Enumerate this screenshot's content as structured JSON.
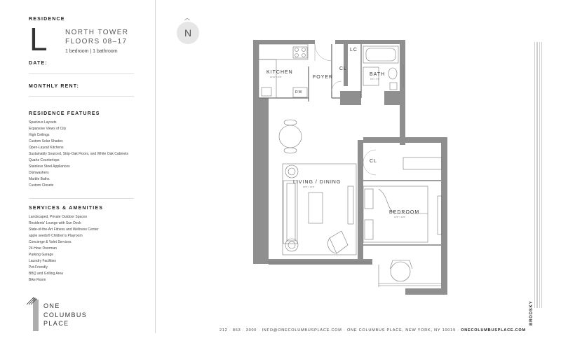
{
  "residence": {
    "label": "RESIDENCE",
    "letter": "L",
    "tower": "NORTH TOWER",
    "floors": "FLOORS 08–17",
    "rooms_summary": "1 bedroom | 1 bathroom"
  },
  "fields": {
    "date_label": "DATE:",
    "rent_label": "MONTHLY RENT:"
  },
  "features": {
    "title": "RESIDENCE FEATURES",
    "items": [
      "Spacious Layouts",
      "Expansive Views of City",
      "High Ceilings",
      "Custom Solar Shades",
      "Open-Layout Kitchens",
      "Sustainably Sourced, Strip-Oak Floors, and White Oak Cabinets",
      "Quartz Countertops",
      "Stainless Steel Appliances",
      "Dishwashers",
      "Marble Baths",
      "Custom Closets"
    ]
  },
  "amenities": {
    "title": "SERVICES & AMENITIES",
    "items": [
      "Landscaped, Private Outdoor Spaces",
      "Residents' Lounge with Sun Deck",
      "State-of-the-Art Fitness and Wellness Center",
      "apple seeds® Children's Playroom",
      "Concierge & Valet Services",
      "24-Hour Doorman",
      "Parking Garage",
      "Laundry Facilities",
      "Pet-Friendly",
      "BBQ and Grilling Area",
      "Bike Room"
    ]
  },
  "logo": {
    "line1": "ONE",
    "line2": "COLUMBUS",
    "line3": "PLACE"
  },
  "compass": {
    "letter": "N"
  },
  "plan": {
    "kitchen": {
      "label": "KITCHEN",
      "dim": "10'10\" × 6'6\""
    },
    "foyer": {
      "label": "FOYER"
    },
    "bath": {
      "label": "BATH",
      "dim": "6'4\" × 5'3\""
    },
    "lc": "LC",
    "cl_foyer": "CL",
    "cl_bedroom": "CL",
    "dw": "DW",
    "living": {
      "label": "LIVING / DINING",
      "dim": "20'6\" × 11'8\""
    },
    "bedroom": {
      "label": "BEDROOM",
      "dim": "11'9\" × 11'6\""
    }
  },
  "footer": {
    "phone": "212 · 863 · 3000",
    "email": "INFO@ONECOLUMBUSPLACE.COM",
    "address": "ONE COLUMBUS PLACE, NEW YORK, NY 10019",
    "website": "ONECOLUMBUSPLACE.COM"
  },
  "brand": "BRODSKY"
}
